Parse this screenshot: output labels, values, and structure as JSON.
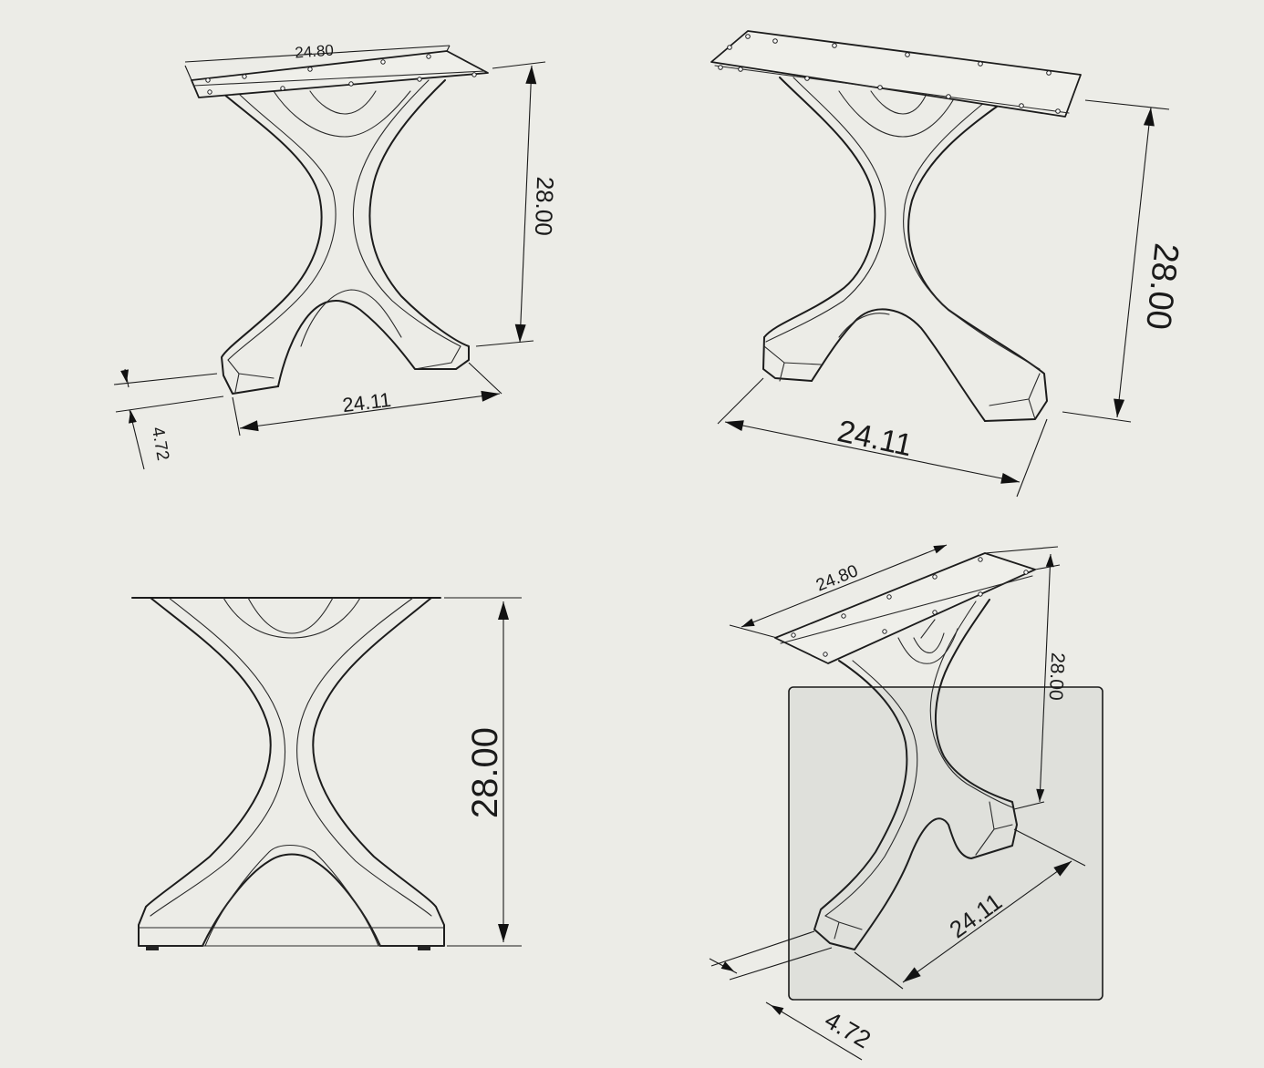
{
  "views": {
    "iso_left": {
      "top_length": "24.80",
      "height": "28.00",
      "base_width": "24.11",
      "foot_height": "4.72"
    },
    "iso_right": {
      "height": "28.00",
      "base_width": "24.11"
    },
    "front": {
      "height": "28.00"
    },
    "iso_bottom": {
      "top_length": "24.80",
      "height": "28.00",
      "base_width": "24.11",
      "foot_height": "4.72"
    }
  },
  "colors": {
    "background": "#ecece7",
    "line": "#1c1c1c",
    "selection_fill": "rgba(60,70,70,0.07)"
  }
}
